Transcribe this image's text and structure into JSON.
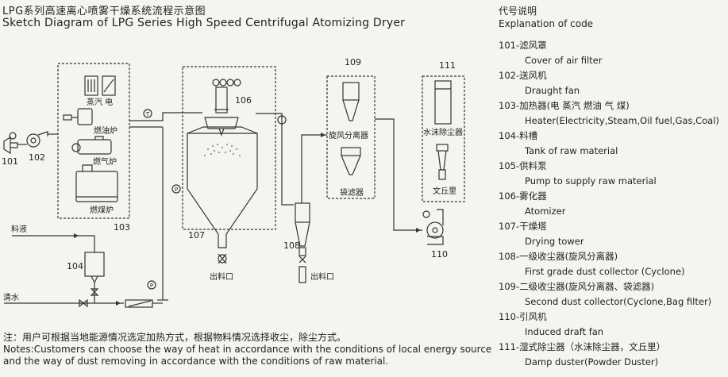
{
  "title": {
    "cn": "LPG系列高速离心喷雾干燥系统流程示意图",
    "en": "Sketch Diagram of LPG Series High Speed Centrifugal Atomizing Dryer"
  },
  "legend": {
    "header_cn": "代号说明",
    "header_en": "Explanation of code",
    "items": [
      {
        "cn": "101-滤风罩",
        "en": "Cover of air filter"
      },
      {
        "cn": "102-送风机",
        "en": "Draught fan"
      },
      {
        "cn": "103-加热器(电 蒸汽 燃油 气 煤)",
        "en": "Heater(Electricity,Steam,Oil fuel,Gas,Coal)"
      },
      {
        "cn": "104-料槽",
        "en": "Tank of raw material"
      },
      {
        "cn": "105-供料泵",
        "en": "Pump to supply raw material"
      },
      {
        "cn": "106-雾化器",
        "en": "Atomizer"
      },
      {
        "cn": "107-干燥塔",
        "en": "Drying tower"
      },
      {
        "cn": "108-一级收尘器(旋风分离器)",
        "en": "First grade dust collector (Cyclone)"
      },
      {
        "cn": "109-二级收尘器(旋风分离器、袋滤器)",
        "en": "Second dust collector(Cyclone,Bag filter)"
      },
      {
        "cn": "110-引风机",
        "en": "Induced draft fan"
      },
      {
        "cn": "111-湿式除尘器（水沫除尘器，文丘里）",
        "en": "Damp duster(Powder Duster)"
      }
    ]
  },
  "diagram_labels": {
    "n101": "101",
    "n102": "102",
    "n103": "103",
    "n104": "104",
    "n106": "106",
    "n107": "107",
    "n108": "108",
    "n109": "109",
    "n110": "110",
    "n111": "111",
    "steam_elec": "蒸汽 电",
    "oil_furnace": "燃油炉",
    "gas_furnace": "燃气炉",
    "coal_furnace": "燃煤炉",
    "cyclone": "旋风分离器",
    "bag_filter": "袋滤器",
    "water_duster": "水沫除尘器",
    "venturi": "文丘里",
    "outlet_107": "出料口",
    "outlet_108": "出料口",
    "liquid_feed": "料液",
    "clean_water": "清水",
    "gauge_t": "T",
    "gauge_p": "P"
  },
  "notes": {
    "cn": "注：用户可根据当地能源情况选定加热方式，根据物料情况选择收尘，除尘方式。",
    "en": "Notes:Customers can choose the way of heat in accordance with the conditions of local energy source and the way of dust removing in accordance with the conditions of raw material."
  }
}
